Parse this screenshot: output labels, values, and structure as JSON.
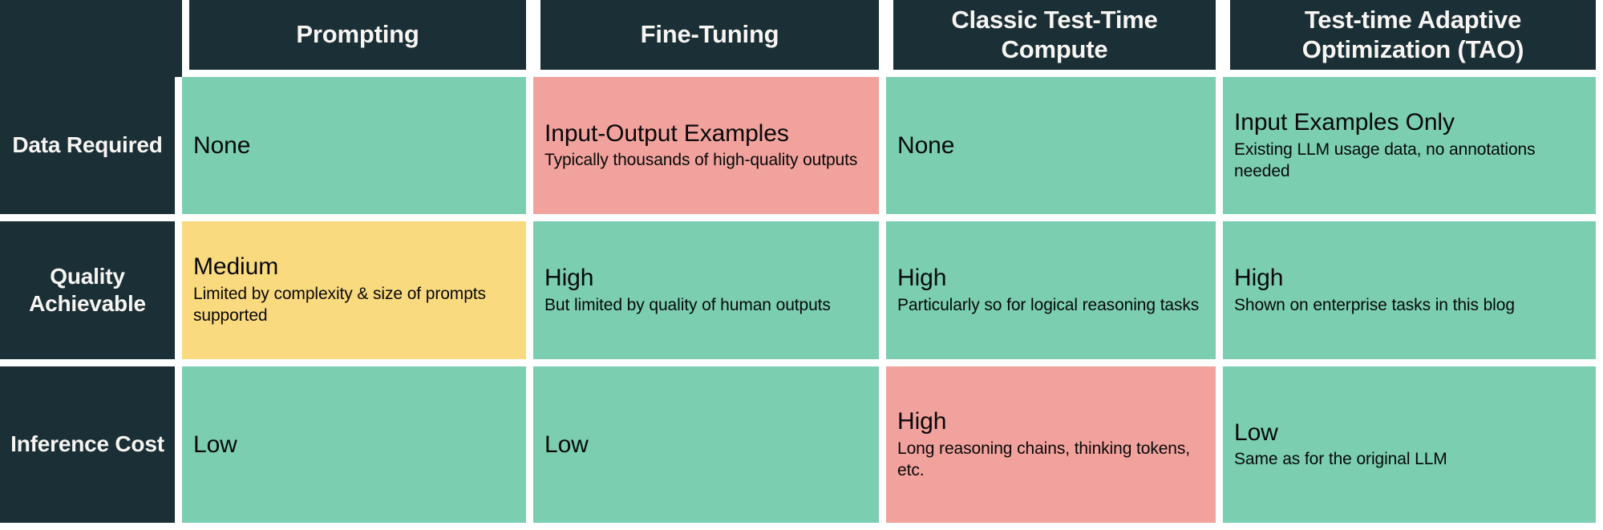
{
  "table": {
    "colors": {
      "header_bg": "#1b2f36",
      "header_text": "#f7f5f2",
      "green": "#7bcfb0",
      "red": "#f2a29d",
      "yellow": "#fada7f",
      "body_text": "#07080a",
      "page_bg": "#ffffff"
    },
    "corner_label": "",
    "columns": [
      {
        "label": "Prompting"
      },
      {
        "label": "Fine-Tuning"
      },
      {
        "label": "Classic Test-Time Compute"
      },
      {
        "label": "Test-time Adaptive Optimization (TAO)"
      }
    ],
    "rows": [
      {
        "label": "Data Required",
        "cells": [
          {
            "verdict": "None",
            "detail": "",
            "rating": "green"
          },
          {
            "verdict": "Input-Output Examples",
            "detail": "Typically thousands of high-quality outputs",
            "rating": "red"
          },
          {
            "verdict": "None",
            "detail": "",
            "rating": "green"
          },
          {
            "verdict": "Input Examples Only",
            "detail": "Existing LLM usage data, no annotations needed",
            "rating": "green"
          }
        ]
      },
      {
        "label": "Quality Achievable",
        "cells": [
          {
            "verdict": "Medium",
            "detail": "Limited by complexity & size of prompts supported",
            "rating": "yellow"
          },
          {
            "verdict": "High",
            "detail": "But limited by quality of human outputs",
            "rating": "green"
          },
          {
            "verdict": "High",
            "detail": "Particularly so for logical reasoning tasks",
            "rating": "green"
          },
          {
            "verdict": "High",
            "detail": "Shown on enterprise tasks in this blog",
            "rating": "green"
          }
        ]
      },
      {
        "label": "Inference Cost",
        "cells": [
          {
            "verdict": "Low",
            "detail": "",
            "rating": "green"
          },
          {
            "verdict": "Low",
            "detail": "",
            "rating": "green"
          },
          {
            "verdict": "High",
            "detail": "Long reasoning chains, thinking tokens, etc.",
            "rating": "red"
          },
          {
            "verdict": "Low",
            "detail": "Same as for the original LLM",
            "rating": "green"
          }
        ]
      }
    ]
  }
}
